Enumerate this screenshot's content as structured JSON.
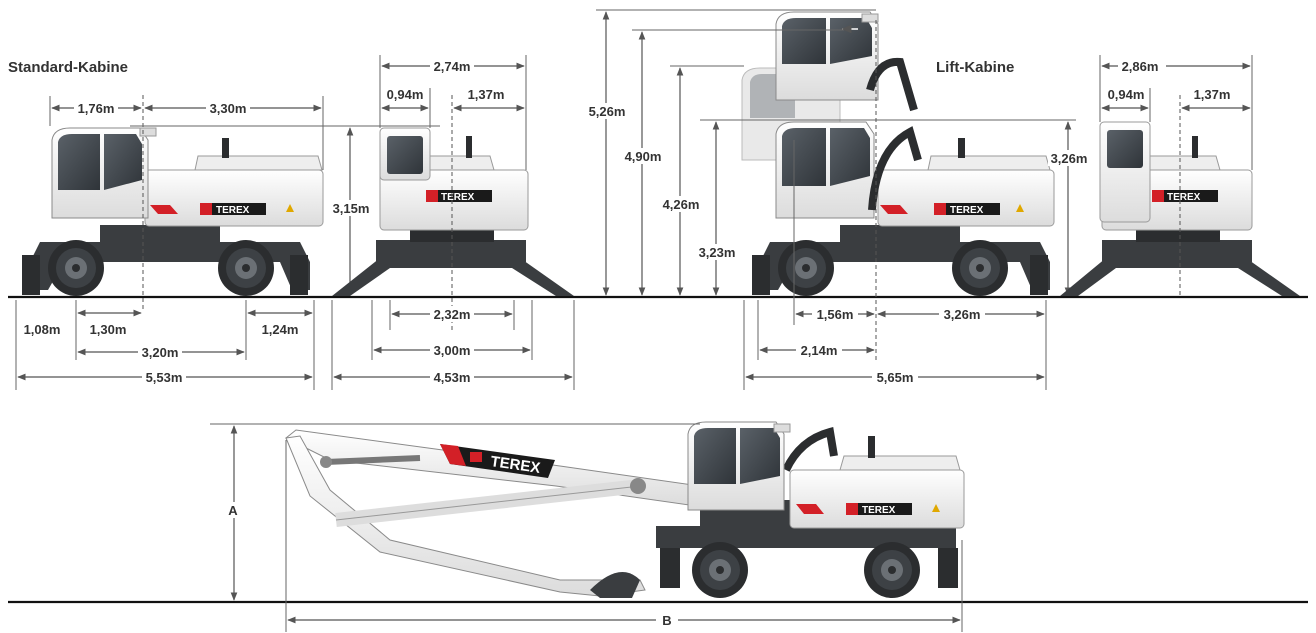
{
  "headings": {
    "standard": "Standard-Kabine",
    "lift": "Lift-Kabine"
  },
  "brand": "TEREX",
  "dimensions": {
    "std_cab_offset": "1,76m",
    "std_upper_rear": "3,30m",
    "std_height": "3,15m",
    "std_overhang_front": "1,08m",
    "std_axle_front": "1,30m",
    "std_overhang_rear": "1,24m",
    "std_wheelbase": "3,20m",
    "std_length": "5,53m",
    "front_width_top": "2,74m",
    "front_cab_width": "0,94m",
    "front_right_width": "1,37m",
    "front_track": "2,32m",
    "front_outrigger_width": "3,00m",
    "front_total_width": "4,53m",
    "lift_h_max": "5,26m",
    "lift_h_490": "4,90m",
    "lift_h_426": "4,26m",
    "lift_h_323": "3,23m",
    "lift_h_326": "3,26m",
    "lift_dist_156": "1,56m",
    "lift_dist_326": "3,26m",
    "lift_dist_214": "2,14m",
    "lift_length": "5,65m",
    "lift_front_width_top": "2,86m",
    "lift_front_cab_width": "0,94m",
    "lift_front_right_width": "1,37m",
    "reach_A": "A",
    "reach_B": "B"
  },
  "colors": {
    "body": "#f2f2f2",
    "chassis": "#3a3d40",
    "brand_red": "#d32027",
    "brand_black": "#1a1a1a",
    "glass": "#444a50"
  }
}
